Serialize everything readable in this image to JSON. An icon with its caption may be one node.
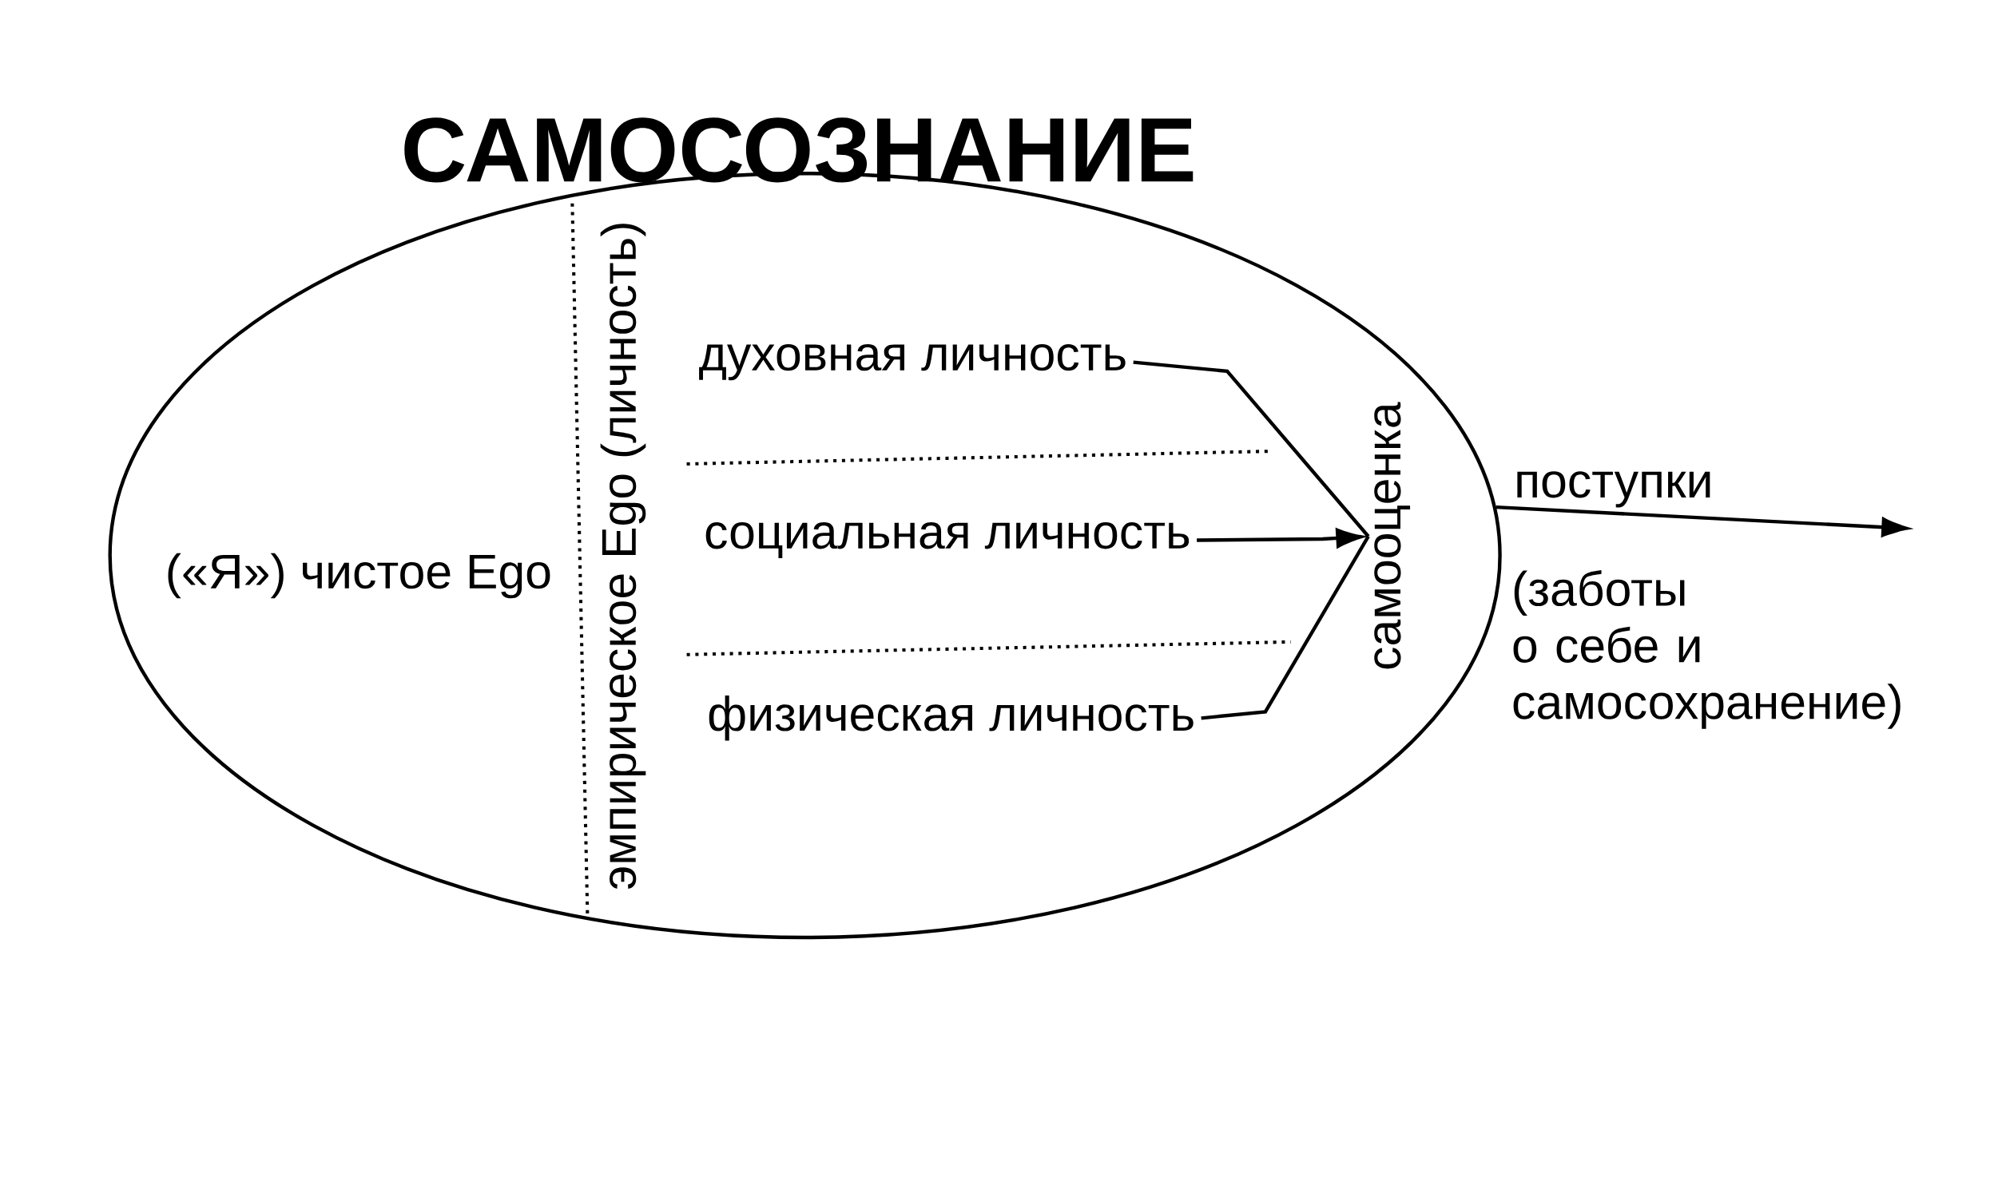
{
  "diagram": {
    "nodes": [
      {
        "text": [
          "САМОСОЗНАНИЕ"
        ]
      },
      {
        "text": [
          "(«Я») чистое Ego"
        ],
        "in": 0
      },
      {
        "text": [
          "эмпирическое Ego (личность)"
        ],
        "in": 0
      },
      {
        "text": [
          "духовная личность"
        ],
        "in": 0
      },
      {
        "text": [
          "социальная личность"
        ],
        "in": 0
      },
      {
        "text": [
          "физическая личность"
        ],
        "in": 0
      },
      {
        "text": [
          "самооценка"
        ],
        "in": 0
      }
    ],
    "edges": [
      {
        "from": 3,
        "to": 6,
        "arrow": "none"
      },
      {
        "from": 4,
        "to": 6,
        "arrow": "to"
      },
      {
        "from": 5,
        "to": 6,
        "arrow": "none"
      },
      {
        "from": 0,
        "to": null,
        "arrow": "to",
        "label": "поступки"
      }
    ],
    "labels": [
      "(заботы о себе и самосохранение)"
    ]
  }
}
